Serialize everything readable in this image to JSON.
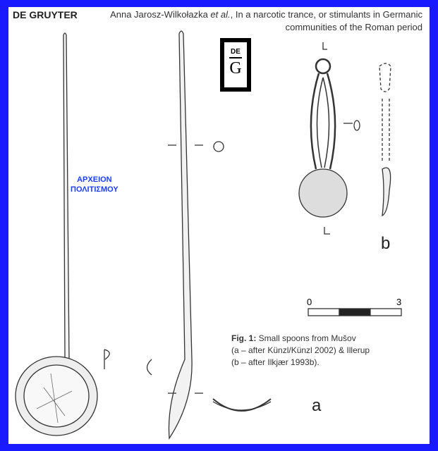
{
  "header": {
    "publisher": "DE GRUYTER",
    "title_author": "Anna Jarosz-Wilkołazka",
    "title_etal": "et al.",
    "title_rest": ", In a narcotic trance, or stimulants in Germanic",
    "title_line2": "communities of the Roman period"
  },
  "logo": {
    "top": "DE",
    "bottom": "G"
  },
  "watermark": {
    "line1": "ΑΡΧΕΙΟΝ",
    "line2": "ΠΟΛΙΤΙΣΜΟΥ"
  },
  "figure": {
    "label_a": "a",
    "label_b": "b",
    "scale_start": "0",
    "scale_end": "3"
  },
  "caption": {
    "fig": "Fig. 1:",
    "line1": " Small spoons from Mušov",
    "line2": "(a – after Künzl/Künzl 2002) & Illerup",
    "line3": "(b – after Ilkjær 1993b)."
  },
  "colors": {
    "border": "#1a1aff",
    "watermark": "#1a3cff"
  }
}
